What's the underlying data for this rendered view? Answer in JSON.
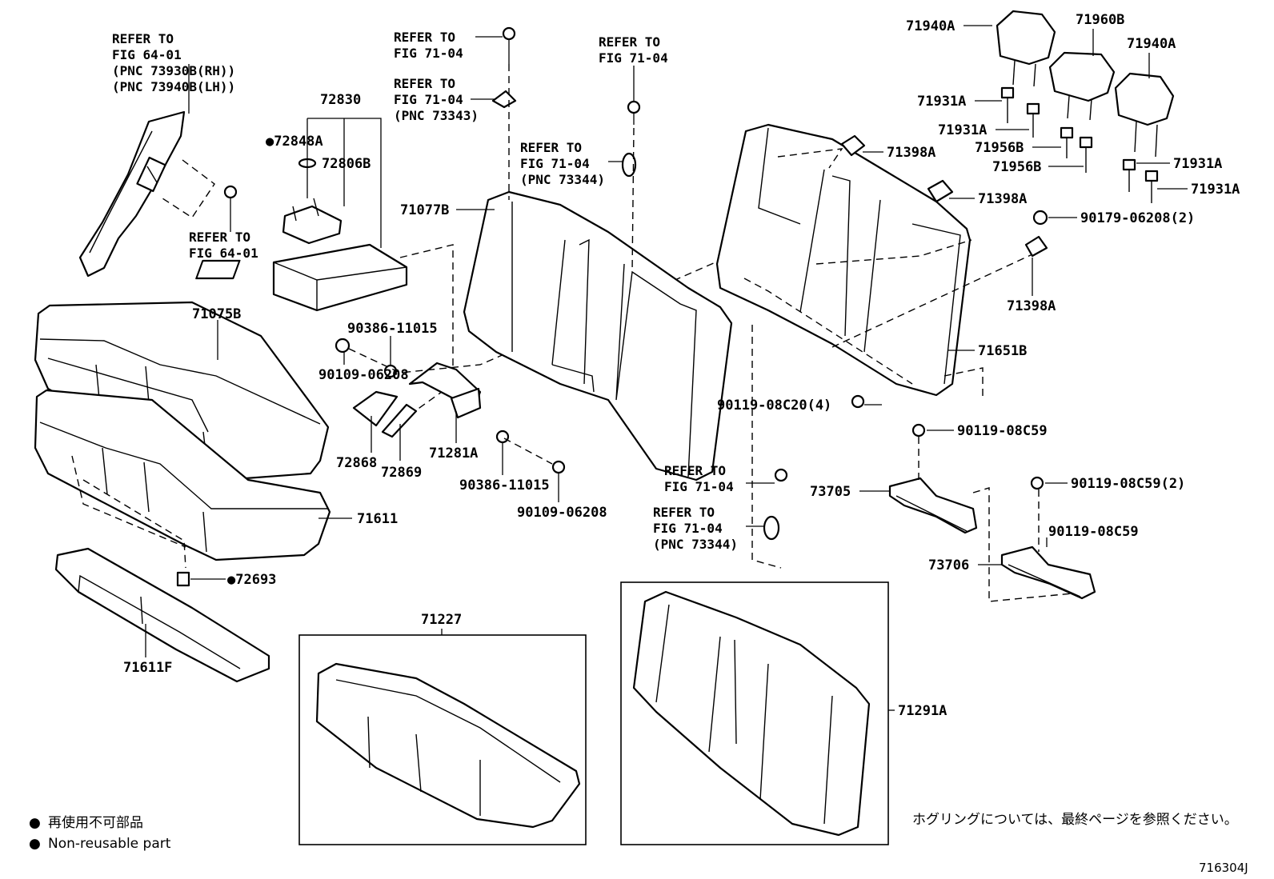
{
  "figure_code": "716304J",
  "legend": {
    "marker": "●",
    "jp": "再使用不可部品",
    "en": "Non-reusable part"
  },
  "hog_ring_note": "ホグリングについては、最終ページを参照ください。",
  "labels": [
    {
      "id": "ref-64-01-a",
      "lines": [
        "REFER TO",
        "FIG 64-01",
        "(PNC 73930B(RH))",
        "(PNC 73940B(LH))"
      ]
    },
    {
      "id": "ref-64-01-b",
      "lines": [
        "REFER TO",
        "FIG 64-01"
      ]
    },
    {
      "id": "ref-71-04-a",
      "lines": [
        "REFER TO",
        "FIG 71-04"
      ]
    },
    {
      "id": "ref-71-04-b",
      "lines": [
        "REFER TO",
        "FIG 71-04",
        "(PNC 73343)"
      ]
    },
    {
      "id": "ref-71-04-c",
      "lines": [
        "REFER TO",
        "FIG 71-04"
      ]
    },
    {
      "id": "ref-71-04-d",
      "lines": [
        "REFER TO",
        "FIG 71-04",
        "(PNC 73344)"
      ]
    },
    {
      "id": "ref-71-04-e",
      "lines": [
        "REFER TO",
        "FIG 71-04"
      ]
    },
    {
      "id": "ref-71-04-f",
      "lines": [
        "REFER TO",
        "FIG 71-04",
        "(PNC 73344)"
      ]
    }
  ],
  "part_numbers": [
    "72830",
    "●72848A",
    "72806B",
    "71075B",
    "71611",
    "●72693",
    "71611F",
    "90386-11015",
    "90109-06208",
    "72868",
    "72869",
    "71281A",
    "90386-11015",
    "90109-06208",
    "71077B",
    "71227",
    "71291A",
    "71940A",
    "71960B",
    "71940A",
    "71931A",
    "71931A",
    "71956B",
    "71956B",
    "71931A",
    "71931A",
    "71398A",
    "71398A",
    "90179-06208(2)",
    "71398A",
    "71651B",
    "90119-08C20(4)",
    "90119-08C59",
    "73705",
    "90119-08C59(2)",
    "90119-08C59",
    "73706"
  ]
}
